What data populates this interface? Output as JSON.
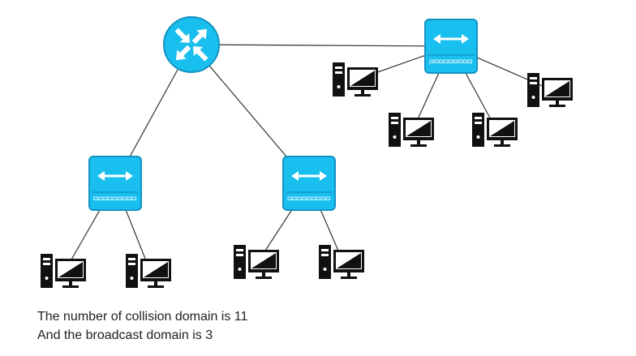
{
  "colors": {
    "device_fill": "#19bfee",
    "device_stroke": "#1393c4",
    "link": "#333333",
    "pc_body": "#111111"
  },
  "nodes": [
    {
      "id": "router",
      "type": "router",
      "icon": "router-icon"
    },
    {
      "id": "switch-right",
      "type": "switch",
      "icon": "switch-icon"
    },
    {
      "id": "switch-left",
      "type": "switch",
      "icon": "switch-icon"
    },
    {
      "id": "switch-middle",
      "type": "switch",
      "icon": "switch-icon"
    },
    {
      "id": "pc-1",
      "type": "pc",
      "icon": "computer-icon"
    },
    {
      "id": "pc-2",
      "type": "pc",
      "icon": "computer-icon"
    },
    {
      "id": "pc-3",
      "type": "pc",
      "icon": "computer-icon"
    },
    {
      "id": "pc-4",
      "type": "pc",
      "icon": "computer-icon"
    },
    {
      "id": "pc-5",
      "type": "pc",
      "icon": "computer-icon"
    },
    {
      "id": "pc-6",
      "type": "pc",
      "icon": "computer-icon"
    },
    {
      "id": "pc-7",
      "type": "pc",
      "icon": "computer-icon"
    },
    {
      "id": "pc-8",
      "type": "pc",
      "icon": "computer-icon"
    },
    {
      "id": "pc-9",
      "type": "pc",
      "icon": "computer-icon"
    },
    {
      "id": "pc-10",
      "type": "pc",
      "icon": "computer-icon"
    }
  ],
  "links": [
    {
      "from": "router",
      "to": "switch-right"
    },
    {
      "from": "router",
      "to": "switch-left"
    },
    {
      "from": "router",
      "to": "switch-middle"
    },
    {
      "from": "switch-right",
      "to": "pc-1"
    },
    {
      "from": "switch-right",
      "to": "pc-2"
    },
    {
      "from": "switch-right",
      "to": "pc-3"
    },
    {
      "from": "switch-right",
      "to": "pc-4"
    },
    {
      "from": "switch-left",
      "to": "pc-5"
    },
    {
      "from": "switch-left",
      "to": "pc-6"
    },
    {
      "from": "switch-middle",
      "to": "pc-7"
    },
    {
      "from": "switch-middle",
      "to": "pc-8"
    }
  ],
  "caption": {
    "line1": "The number of collision domain is 11",
    "line2": "And the broadcast domain is 3"
  }
}
